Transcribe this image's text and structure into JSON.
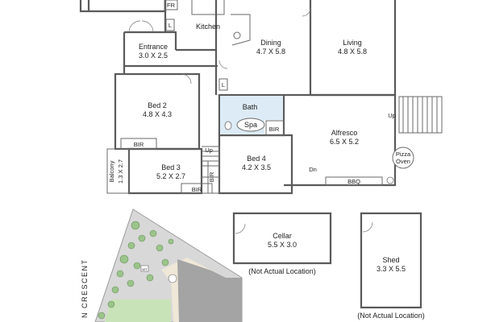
{
  "rooms": {
    "fr": "FR",
    "kitchen": "Kitchen",
    "entrance": {
      "name": "Entrance",
      "size": "3.0 X 2.5"
    },
    "dining": {
      "name": "Dining",
      "size": "4.7 X 5.8"
    },
    "living": {
      "name": "Living",
      "size": "4.8 X 5.8"
    },
    "bed2": {
      "name": "Bed 2",
      "size": "4.8 X 4.3"
    },
    "bath": "Bath",
    "spa": "Spa",
    "alfresco": {
      "name": "Alfresco",
      "size": "6.5 X 5.2"
    },
    "bed3": {
      "name": "Bed 3",
      "size": "5.2 X 2.7"
    },
    "bed4": {
      "name": "Bed 4",
      "size": "4.2 X 3.5"
    },
    "balcony": {
      "name": "Balcony",
      "size": "1.3 X 2.7"
    },
    "cellar": {
      "name": "Cellar",
      "size": "5.5 X 3.0"
    },
    "shed": {
      "name": "Shed",
      "size": "3.3 X 5.5"
    }
  },
  "markers": {
    "l_top": "L",
    "l_mid": "L",
    "bir_bath": "BIR",
    "bir_bed2": "BIR",
    "bir_bed3": "BIR",
    "bir_bed4": "BIR",
    "up_right": "Up",
    "up_mid": "Up",
    "dn": "Dn",
    "bbq": "BBQ",
    "pizza_oven_1": "Pizza",
    "pizza_oven_2": "Oven",
    "wt": "WT"
  },
  "notes": {
    "cellar": "(Not Actual Location)",
    "shed": "(Not Actual Location)"
  },
  "street": "N CRESCENT",
  "colors": {
    "wall": "#5a5a5a",
    "bath_fill": "#dcebf5",
    "site_fill": "#d8d8d8",
    "lawn": "#c9e3b8",
    "building": "#a4a4a4",
    "path": "#efe7d7",
    "tree": "#9bc48a"
  }
}
